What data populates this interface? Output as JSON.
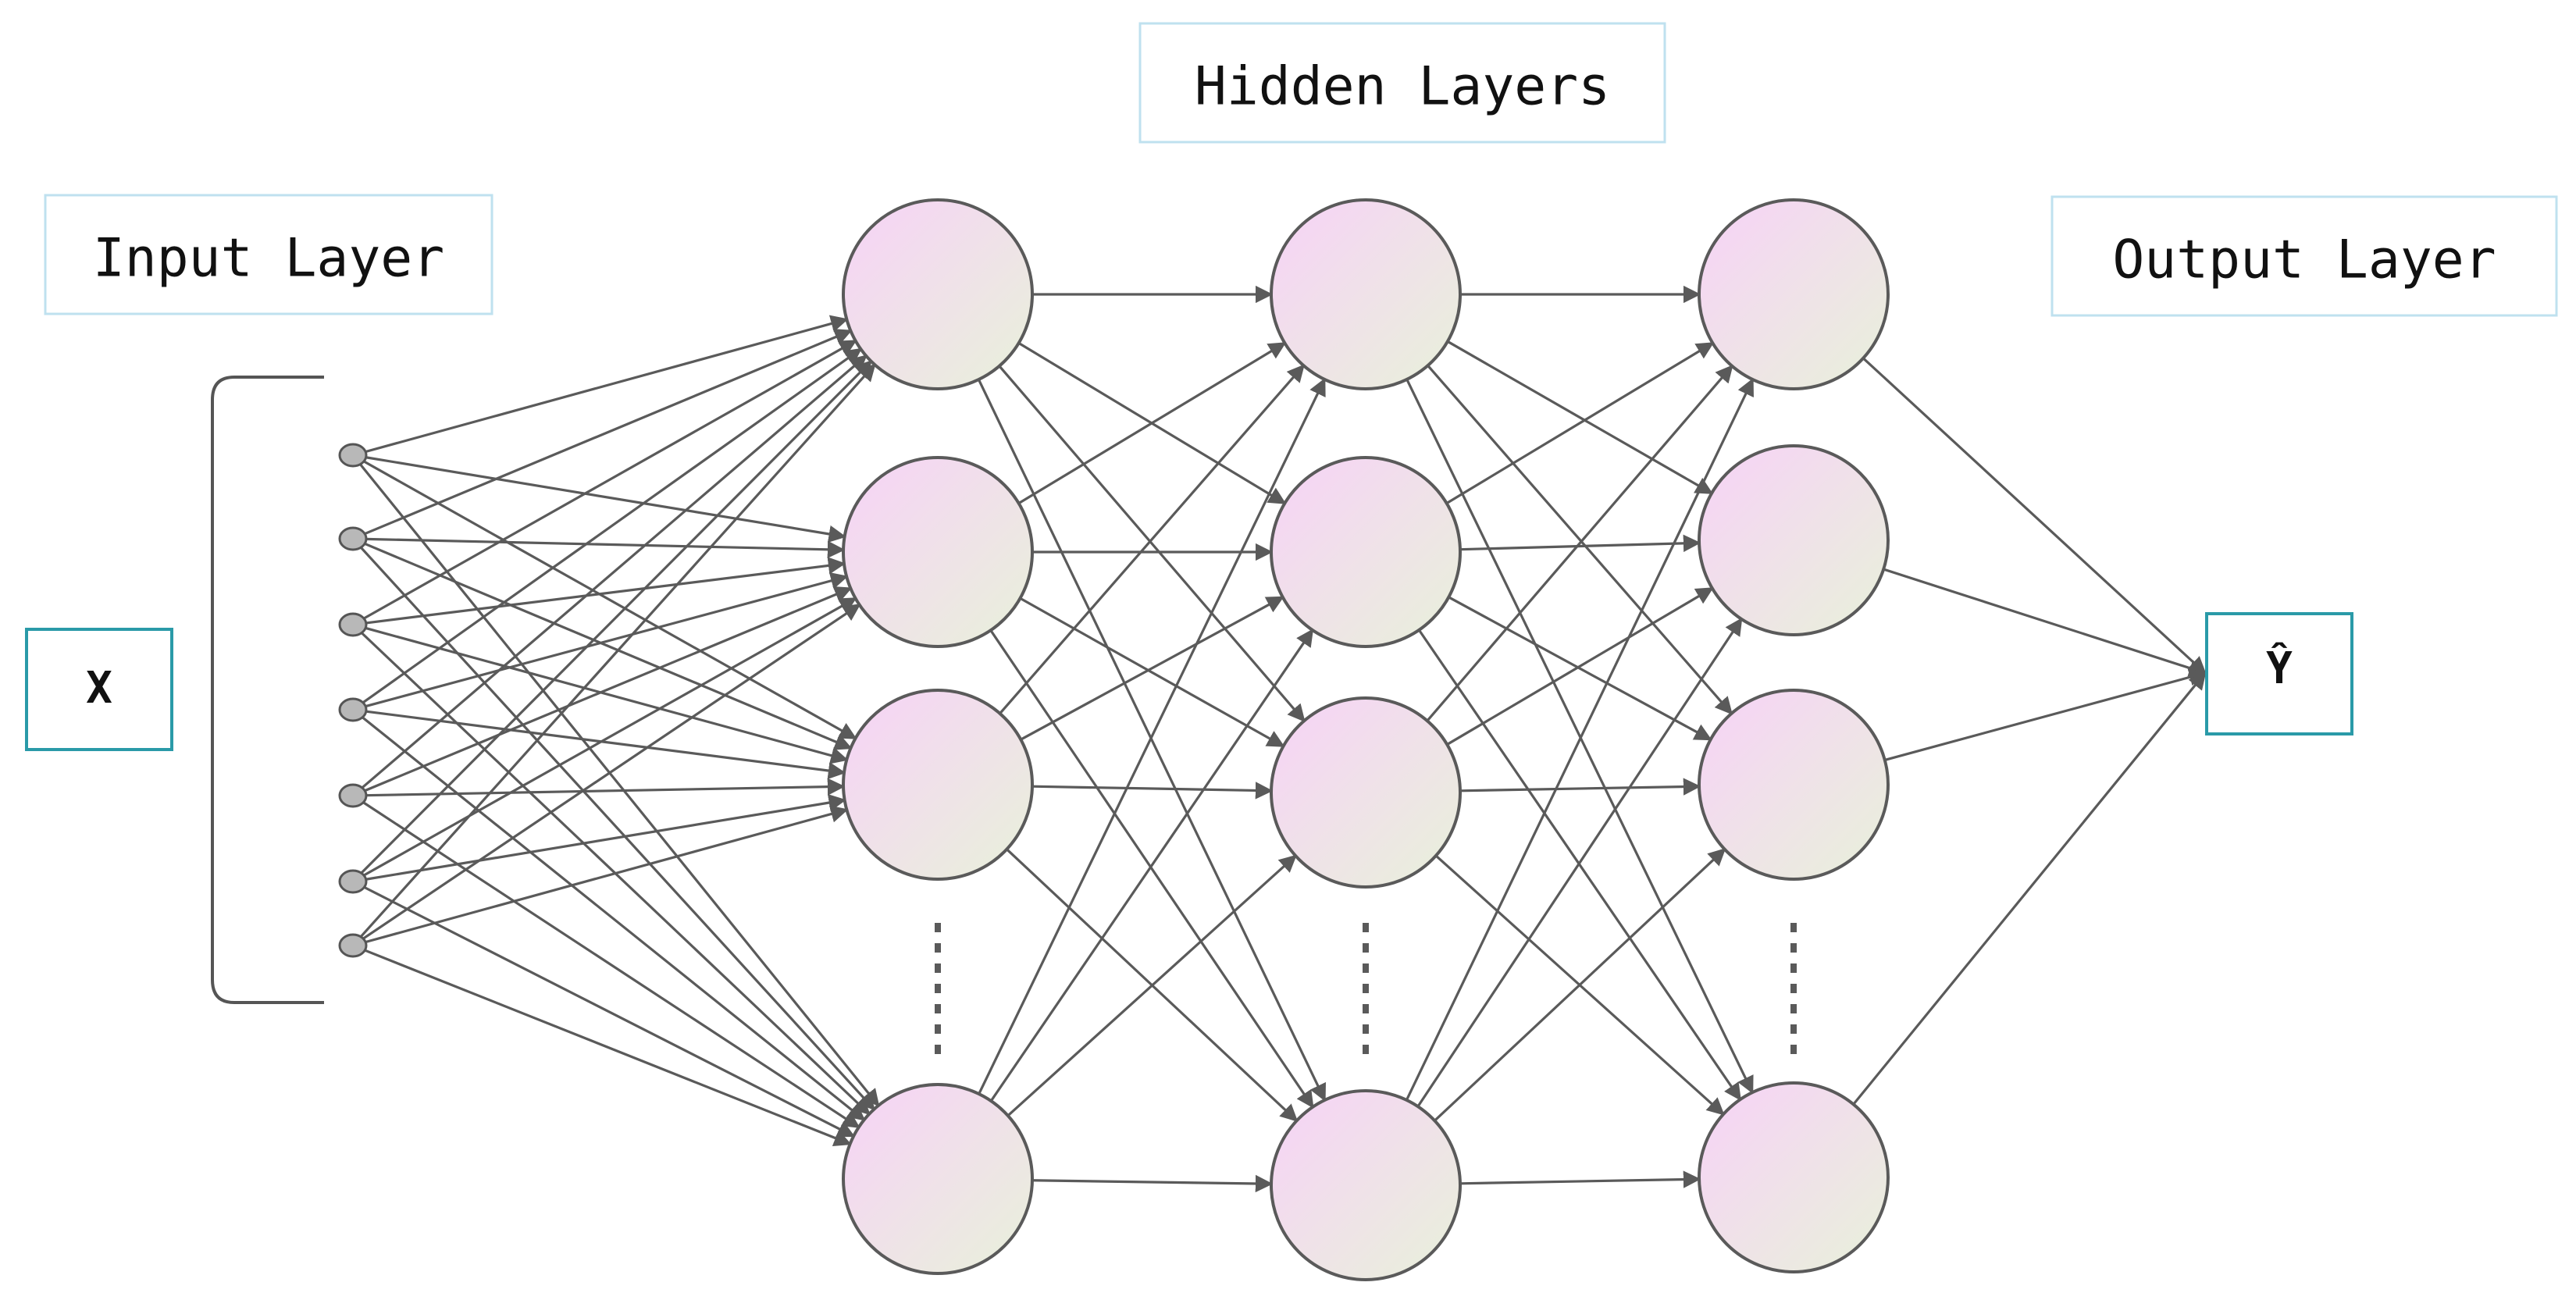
{
  "labels": {
    "hidden_layers": "Hidden Layers",
    "input_layer": "Input Layer",
    "output_layer": "Output Layer",
    "input_variable": "X",
    "output_variable": "Ŷ"
  },
  "network": {
    "input_node_count": 7,
    "hidden_layer_count": 3,
    "hidden_nodes_per_layer_shown": 4,
    "hidden_ellipsis_after_node": 3,
    "output_node_count": 1
  },
  "colors": {
    "edge": "#5a5a5a",
    "node_gradient_start": "#f7d2f7",
    "node_gradient_end": "#e8f1da",
    "label_border": "#bfe1ef",
    "variable_border": "#2a9aa8"
  }
}
